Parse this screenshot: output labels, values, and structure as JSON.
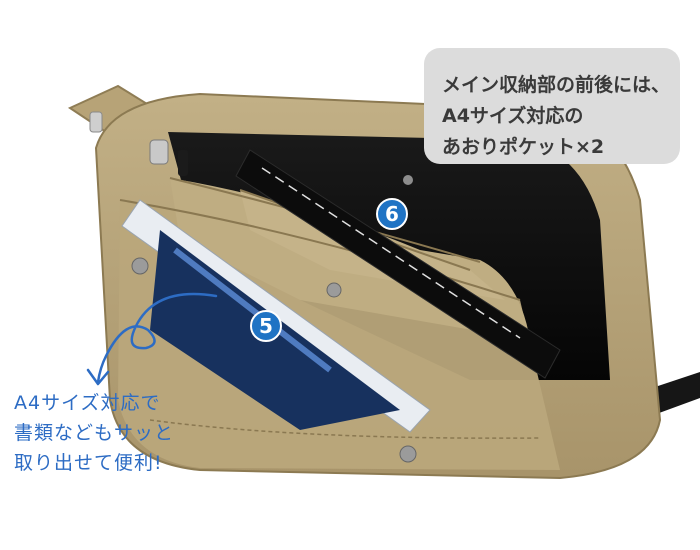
{
  "info_box": {
    "lines": [
      "メイン収納部の前後には、",
      "A4サイズ対応の",
      "あおりポケット×2"
    ]
  },
  "markers": {
    "pocket_6": "6",
    "pocket_5": "5"
  },
  "caption": {
    "lines": [
      "A4サイズ対応で",
      "書類などもサッと",
      "取り出せて便利!"
    ]
  },
  "colors": {
    "accent_blue": "#2d6cc4",
    "marker_blue": "#1f73c4",
    "box_gray": "#dcdcdc",
    "bag_khaki": "#b6a275"
  }
}
